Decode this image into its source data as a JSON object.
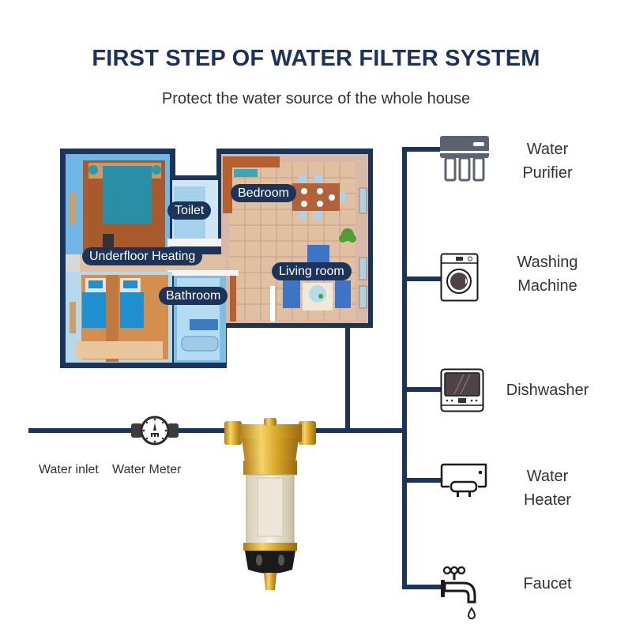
{
  "header": {
    "title": "FIRST STEP OF WATER FILTER SYSTEM",
    "subtitle": "Protect the water source of the whole house"
  },
  "floorplan": {
    "rooms": [
      {
        "id": "bedroom",
        "label": "Bedroom"
      },
      {
        "id": "toilet",
        "label": "Toilet"
      },
      {
        "id": "underfloor-heating",
        "label": "Underfloor Heating"
      },
      {
        "id": "living-room",
        "label": "Living room"
      },
      {
        "id": "bathroom",
        "label": "Bathroom"
      }
    ]
  },
  "inlet": {
    "water_inlet_label": "Water inlet",
    "water_meter_label": "Water Meter"
  },
  "appliances": [
    {
      "id": "water-purifier",
      "icon": "water-purifier-icon",
      "line1": "Water",
      "line2": "Purifier"
    },
    {
      "id": "washing-machine",
      "icon": "washing-machine-icon",
      "line1": "Washing",
      "line2": "Machine"
    },
    {
      "id": "dishwasher",
      "icon": "dishwasher-icon",
      "line1": "Dishwasher",
      "line2": ""
    },
    {
      "id": "water-heater",
      "icon": "water-heater-icon",
      "line1": "Water",
      "line2": "Heater"
    },
    {
      "id": "faucet",
      "icon": "faucet-icon",
      "line1": "Faucet",
      "line2": ""
    }
  ],
  "colors": {
    "pipe": "#1c3459",
    "title": "#1c325c",
    "brass": "#d9a928"
  }
}
